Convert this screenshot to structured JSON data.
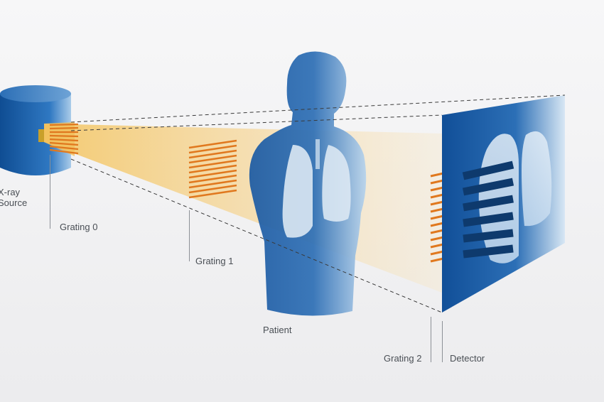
{
  "labels": {
    "xray_source": [
      "X-ray",
      "Source"
    ],
    "grating0": "Grating 0",
    "grating1": "Grating 1",
    "grating2": "Grating 2",
    "patient": "Patient",
    "detector": "Detector"
  },
  "colors": {
    "background": "#efeff0",
    "source_blue": "#1f5fa8",
    "beam_yellow": "#f4cf83",
    "grating_orange": "#e0781e",
    "detector_blue": "#1b5ea6",
    "lung_light": "#cfe3f4",
    "detector_bars": "#0e3a6d",
    "dashed_lines": "#333333"
  },
  "icons": {
    "source": "cylinder-source-icon",
    "patient": "human-torso-icon",
    "detector": "detector-panel-icon"
  }
}
